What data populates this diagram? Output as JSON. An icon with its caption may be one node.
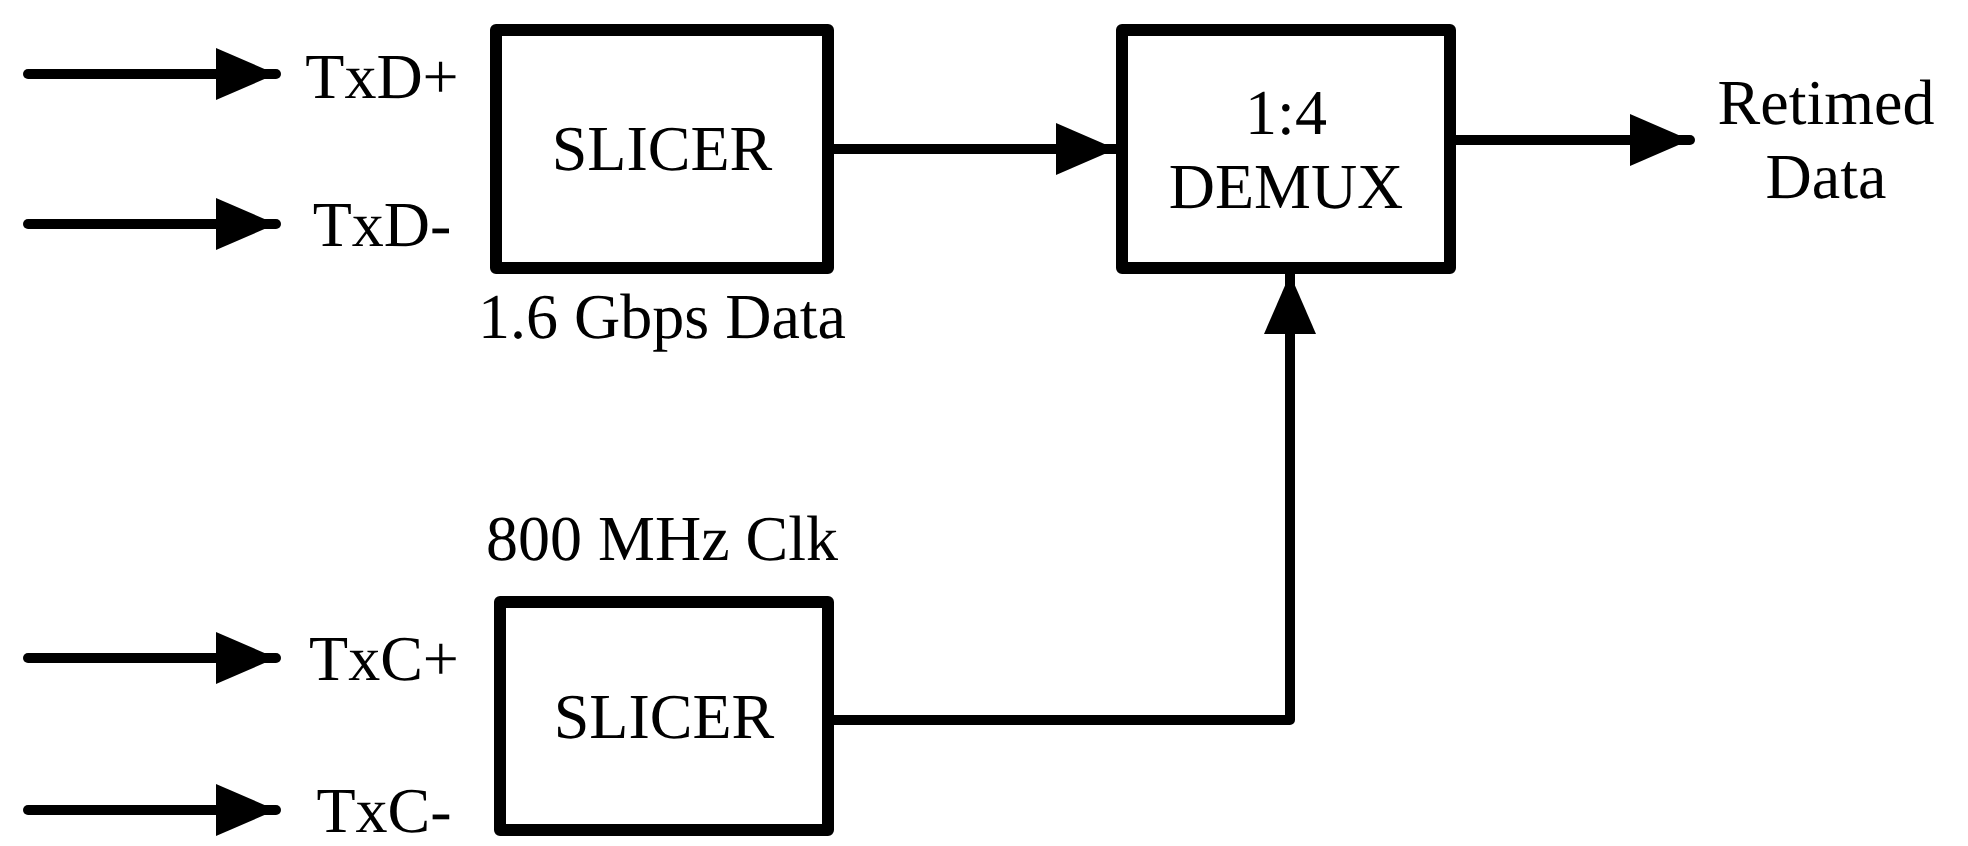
{
  "diagram": {
    "nodes": [
      {
        "text": [
          "TxD+"
        ]
      },
      {
        "text": [
          "TxD-"
        ]
      },
      {
        "text": [
          "SLICER"
        ],
        "beside": [
          "1.6 Gbps Data"
        ]
      },
      {
        "text": [
          "1:4 DEMUX"
        ]
      },
      {
        "text": [
          "Retimed Data"
        ]
      },
      {
        "text": [
          "800 MHz Clk"
        ]
      },
      {
        "text": [
          "TxC+"
        ]
      },
      {
        "text": [
          "TxC-"
        ]
      },
      {
        "text": [
          "SLICER"
        ]
      }
    ],
    "edges": [
      {
        "from": null,
        "to": 0,
        "arrow": "to"
      },
      {
        "from": null,
        "to": 1,
        "arrow": "to"
      },
      {
        "from": 2,
        "to": 3,
        "arrow": "to"
      },
      {
        "from": 3,
        "to": 4,
        "arrow": "to"
      },
      {
        "from": null,
        "to": 6,
        "arrow": "to"
      },
      {
        "from": null,
        "to": 7,
        "arrow": "to"
      },
      {
        "from": 8,
        "to": 3,
        "arrow": "to"
      }
    ]
  }
}
